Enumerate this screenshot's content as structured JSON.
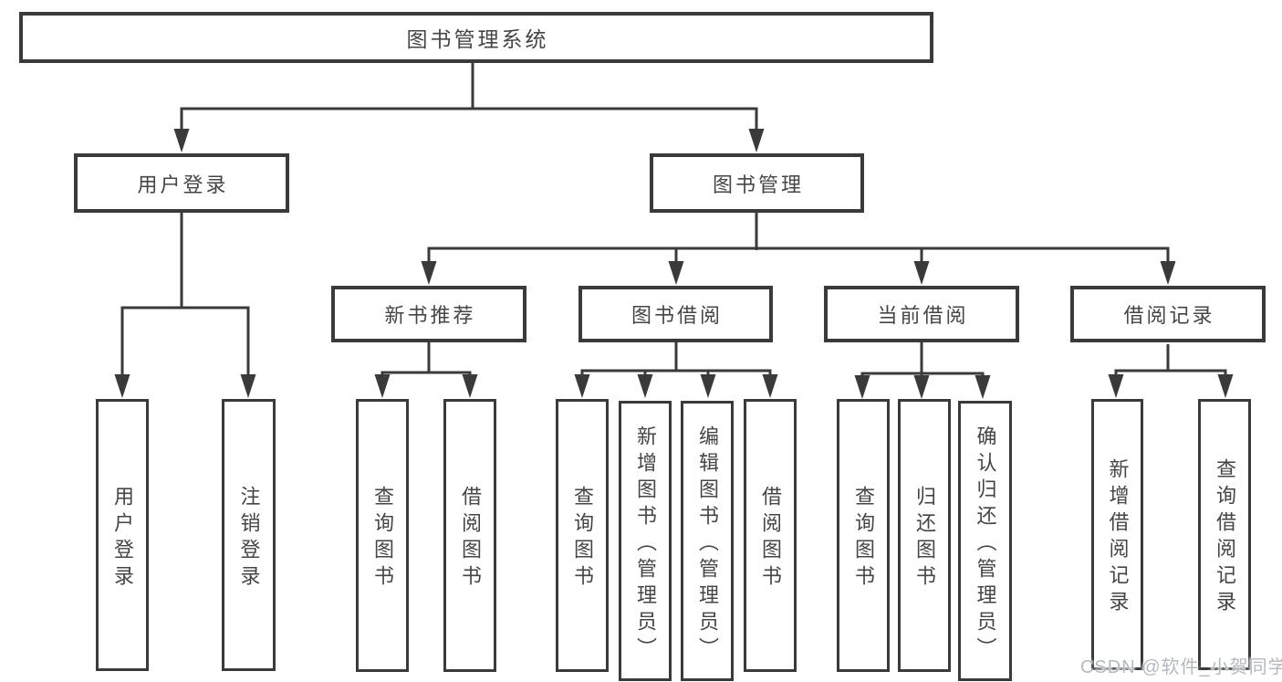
{
  "colors": {
    "line": "#3a3a3a",
    "text": "#454545",
    "watermark": "#b4b9c0"
  },
  "tree": {
    "label": "图书管理系统",
    "children": [
      {
        "label": "用户登录",
        "children": [
          {
            "label": "用户登录"
          },
          {
            "label": "注销登录"
          }
        ]
      },
      {
        "label": "图书管理",
        "children": [
          {
            "label": "新书推荐",
            "children": [
              {
                "label": "查询图书"
              },
              {
                "label": "借阅图书"
              }
            ]
          },
          {
            "label": "图书借阅",
            "children": [
              {
                "label": "查询图书"
              },
              {
                "label": "新增图书（管理员）"
              },
              {
                "label": "编辑图书（管理员）"
              },
              {
                "label": "借阅图书"
              }
            ]
          },
          {
            "label": "当前借阅",
            "children": [
              {
                "label": "查询图书"
              },
              {
                "label": "归还图书"
              },
              {
                "label": "确认归还（管理员）"
              }
            ]
          },
          {
            "label": "借阅记录",
            "children": [
              {
                "label": "新增借阅记录"
              },
              {
                "label": "查询借阅记录"
              }
            ]
          }
        ]
      }
    ]
  },
  "watermark": {
    "text": "CSDN @软件_小贺同学"
  }
}
